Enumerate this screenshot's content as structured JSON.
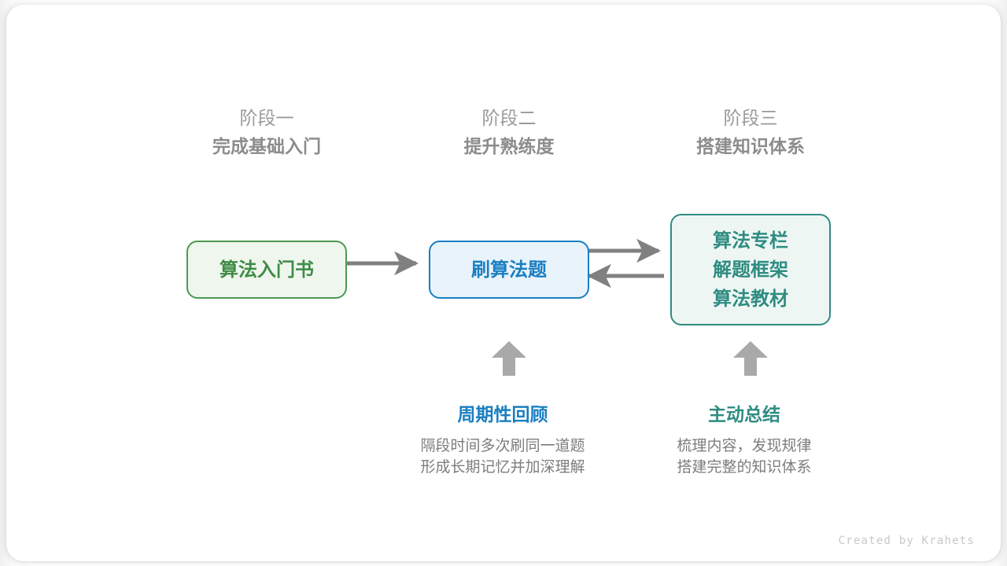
{
  "diagram": {
    "stages": [
      {
        "kicker": "阶段一",
        "title": "完成基础入门"
      },
      {
        "kicker": "阶段二",
        "title": "提升熟练度"
      },
      {
        "kicker": "阶段三",
        "title": "搭建知识体系"
      }
    ],
    "nodes": [
      {
        "id": "intro-book",
        "lines": [
          "算法入门书"
        ],
        "border_color": "#4c9a52",
        "fill_color": "#eef6ed",
        "text_color": "#3f8b46"
      },
      {
        "id": "practice",
        "lines": [
          "刷算法题"
        ],
        "border_color": "#1a7fc1",
        "fill_color": "#e8f3fc",
        "text_color": "#1a7fc1"
      },
      {
        "id": "knowledge",
        "lines": [
          "算法专栏",
          "解题框架",
          "算法教材"
        ],
        "border_color": "#2f8c81",
        "fill_color": "#eef6f4",
        "text_color": "#2f8c81"
      }
    ],
    "annotations": [
      {
        "id": "review",
        "title": "周期性回顾",
        "desc_line1": "隔段时间多次刷同一道题",
        "desc_line2": "形成长期记忆并加深理解",
        "title_color": "#1a7fc1"
      },
      {
        "id": "summary",
        "title": "主动总结",
        "desc_line1": "梳理内容，发现规律",
        "desc_line2": "搭建完整的知识体系",
        "title_color": "#2f8c81"
      }
    ],
    "arrow_color": "#808080",
    "credit": "Created by Krahets"
  }
}
